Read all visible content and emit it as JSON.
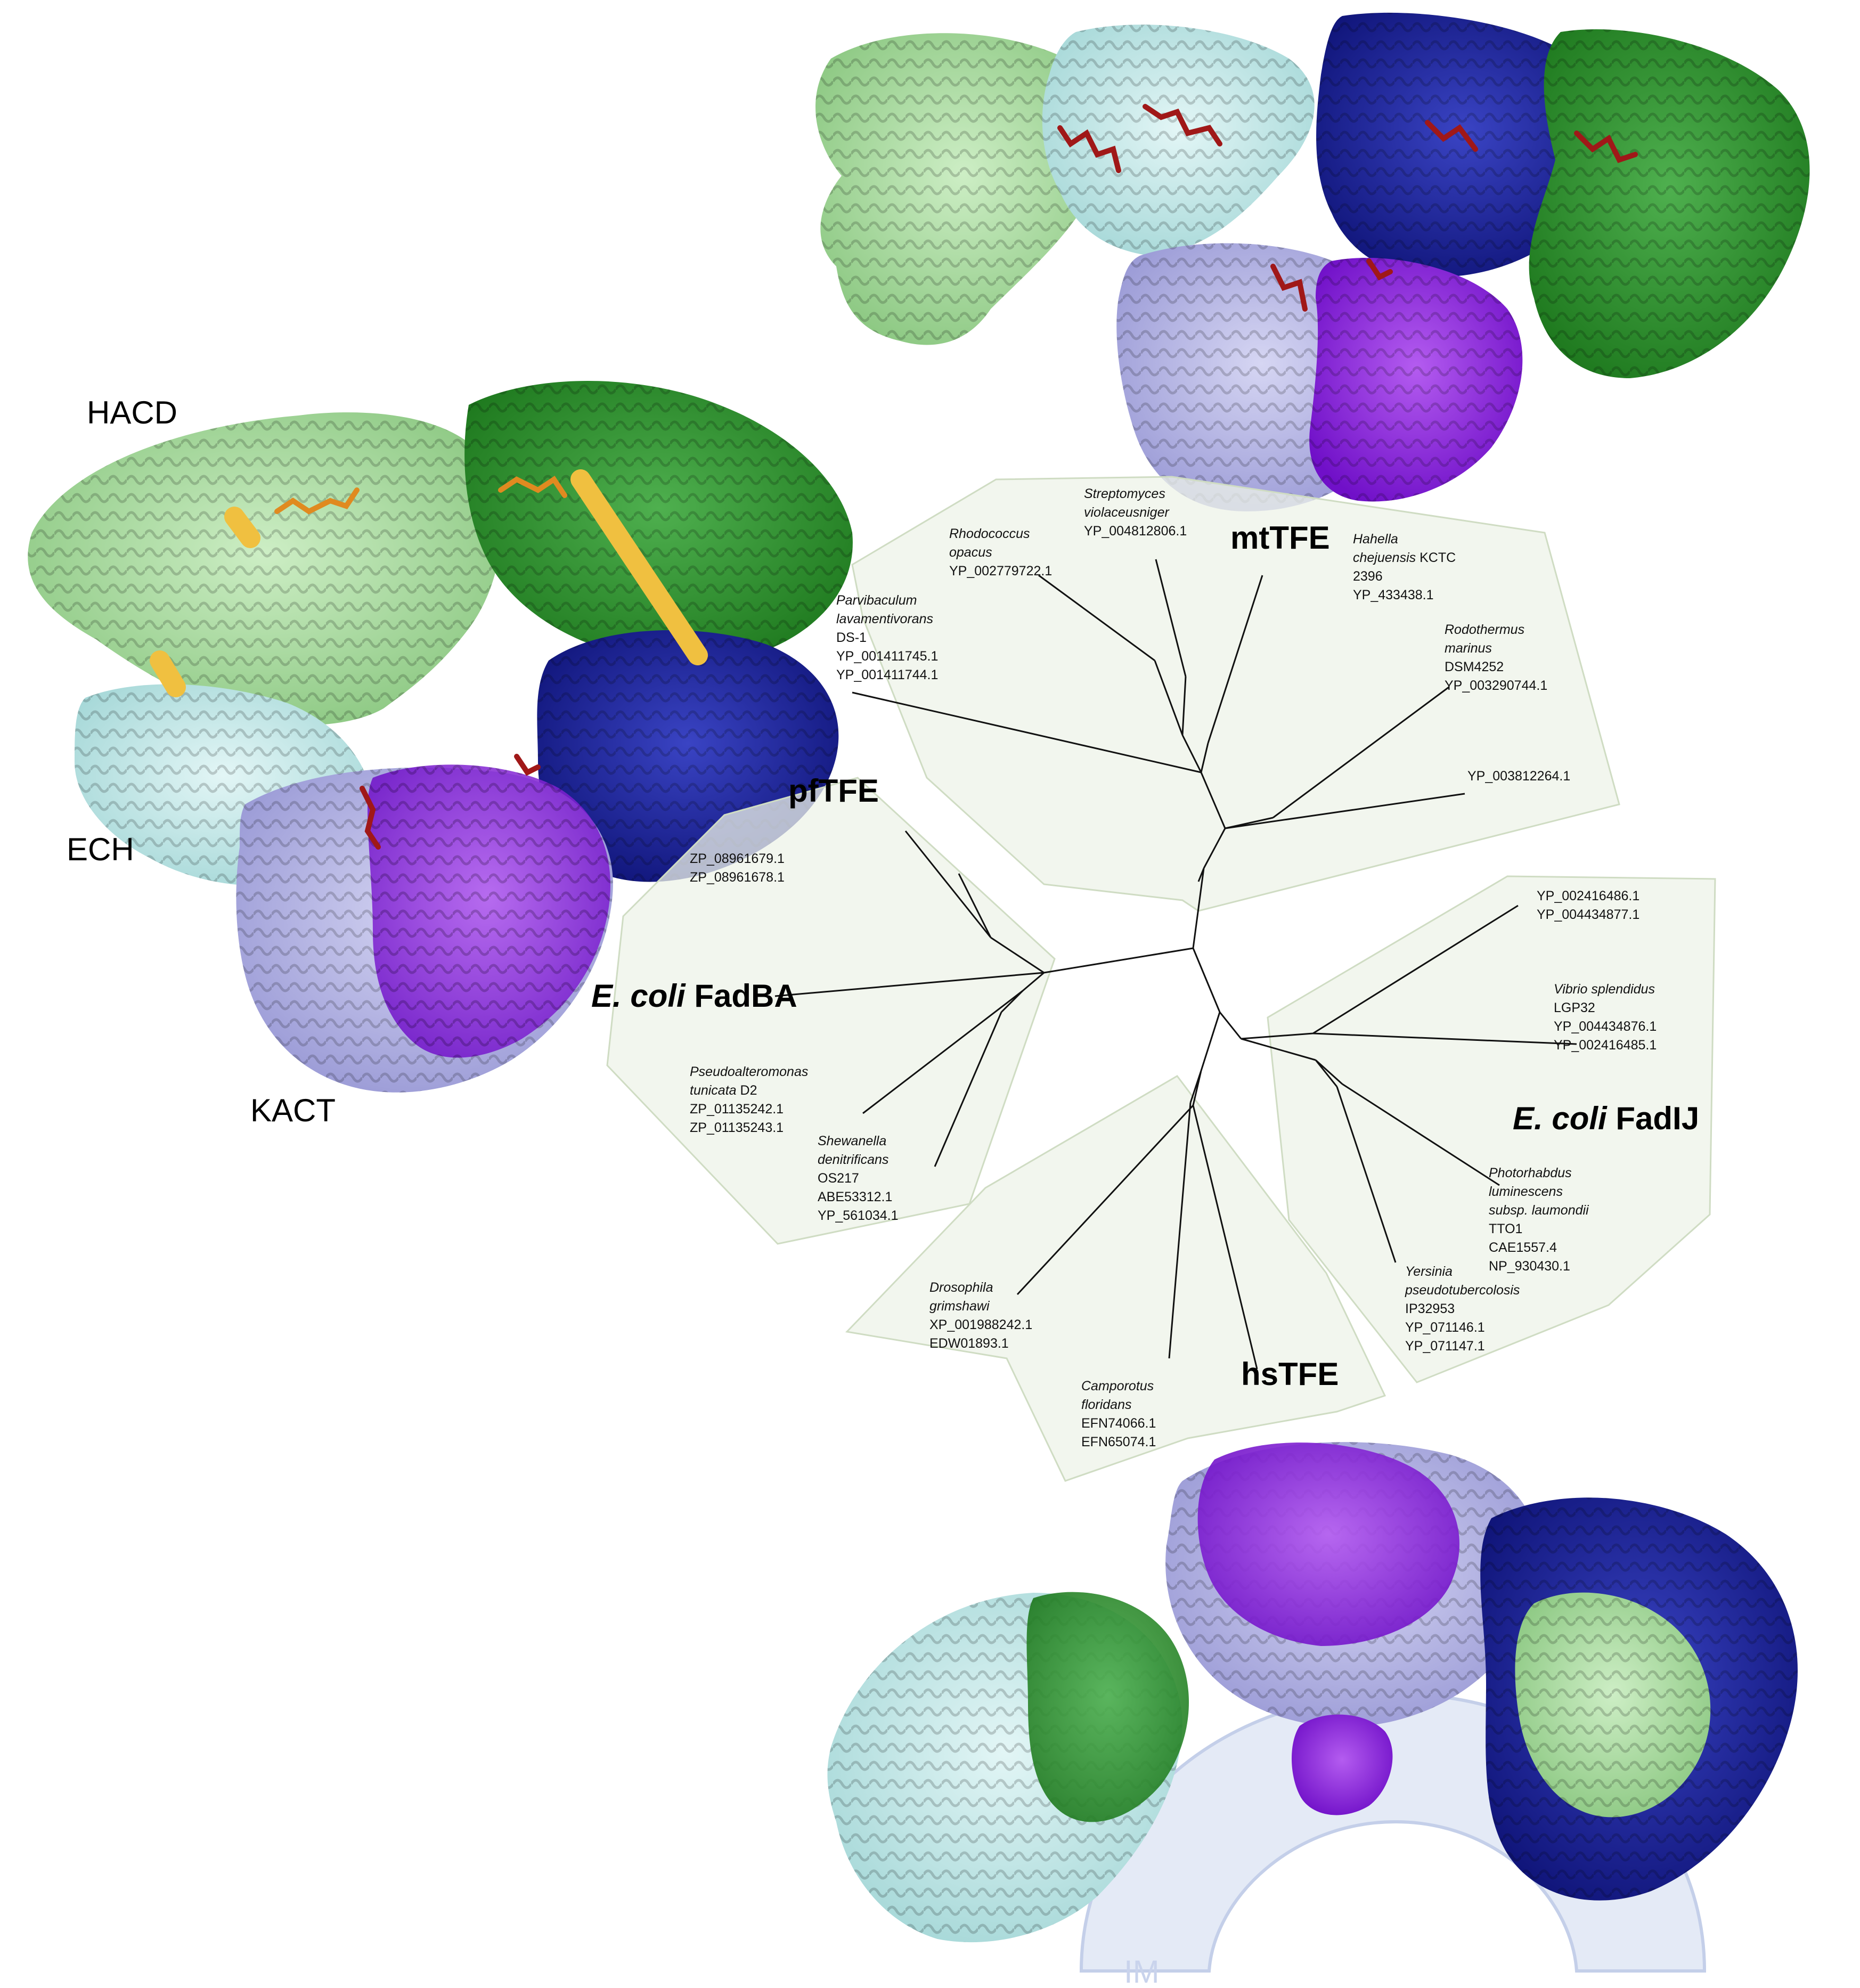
{
  "domain_labels": {
    "hacd": "HACD",
    "ech": "ECH",
    "kact": "KACT"
  },
  "groups": {
    "mttfe": "mtTFE",
    "pftfe": "pfTFE",
    "hstfe": "hsTFE",
    "fadba": {
      "italic": "E. coli",
      "rest": " FadBA"
    },
    "fadij": {
      "italic": "E. coli",
      "rest": " FadIJ"
    }
  },
  "membrane_label": "IM",
  "leaves": {
    "rhodococcus": {
      "species": [
        "Rhodococcus",
        "opacus"
      ],
      "ids": [
        "YP_002779722.1"
      ]
    },
    "streptomyces": {
      "species": [
        "Streptomyces",
        "violaceusniger"
      ],
      "ids": [
        "YP_004812806.1"
      ]
    },
    "hahella": {
      "species": [
        "Hahella",
        "chejuensis"
      ],
      "strain": " KCTC",
      "ids": [
        "2396",
        "YP_433438.1"
      ]
    },
    "rodothermus": {
      "species": [
        "Rodothermus",
        "marinus"
      ],
      "ids": [
        "DSM4252",
        "YP_003290744.1"
      ]
    },
    "parvibaculum": {
      "species": [
        "Parvibaculum",
        "lavamentivorans"
      ],
      "ids": [
        "DS-1",
        "YP_001411745.1",
        "YP_001411744.1"
      ]
    },
    "yp3812264": {
      "ids": [
        "YP_003812264.1"
      ]
    },
    "zp8961679": {
      "ids": [
        "ZP_08961679.1",
        "ZP_08961678.1"
      ]
    },
    "pseudoalteromonas": {
      "species": [
        "Pseudoalteromonas",
        "tunicata"
      ],
      "strain": " D2",
      "ids": [
        "ZP_01135242.1",
        "ZP_01135243.1"
      ]
    },
    "shewanella": {
      "species": [
        "Shewanella",
        "denitrificans"
      ],
      "ids": [
        "OS217",
        "ABE53312.1",
        "YP_561034.1"
      ]
    },
    "yp2416486": {
      "ids": [
        "YP_002416486.1",
        "YP_004434877.1"
      ]
    },
    "vibrio": {
      "species": [
        "Vibrio splendidus"
      ],
      "ids": [
        "LGP32",
        "YP_004434876.1",
        "YP_002416485.1"
      ]
    },
    "photorhabdus": {
      "species": [
        "Photorhabdus",
        "luminescens",
        "subsp. laumondii"
      ],
      "ids": [
        "TTO1",
        "CAE1557.4",
        "NP_930430.1"
      ]
    },
    "yersinia": {
      "species": [
        "Yersinia",
        "pseudotubercolosis"
      ],
      "ids": [
        "IP32953",
        "YP_071146.1",
        "YP_071147.1"
      ]
    },
    "drosophila": {
      "species": [
        "Drosophila",
        "grimshawi"
      ],
      "ids": [
        "XP_001988242.1",
        "EDW01893.1"
      ]
    },
    "camporotus": {
      "species": [
        "Camporotus",
        "floridans"
      ],
      "ids": [
        "EFN74066.1",
        "EFN65074.1"
      ]
    }
  },
  "colors": {
    "hacd_light": "#a8d8a0",
    "hacd_dark": "#2e8b2e",
    "ech_light": "#bfe6e6",
    "ech_dark": "#1a1f8f",
    "kact_light": "#b0b0e0",
    "kact_dark": "#8a1ee0",
    "ligand_orange": "#e08a20",
    "ligand_red": "#a01818",
    "helix_yellow": "#f0c040",
    "membrane": "#dfe6f5",
    "clade_fill": "#eef3e8"
  }
}
